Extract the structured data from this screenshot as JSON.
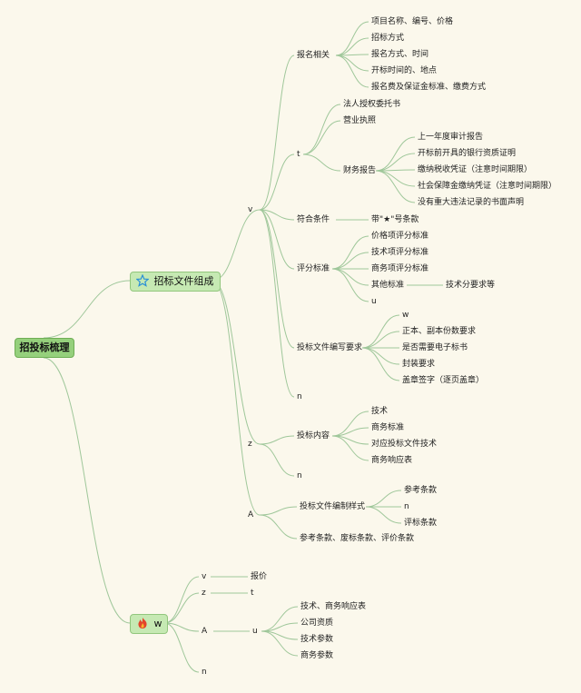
{
  "root": {
    "label": "招投标梳理"
  },
  "branch_a": {
    "label": "招标文件组成",
    "icon": "star-icon",
    "sub_v": {
      "label": "v",
      "registration": {
        "label": "报名相关",
        "items": [
          "项目名称、编号、价格",
          "招标方式",
          "报名方式、时间",
          "开标时间的、地点",
          "报名费及保证金标准、缴费方式"
        ]
      },
      "t_group": {
        "label": "t",
        "items": [
          "法人授权委托书",
          "营业执照"
        ],
        "finance": {
          "label": "财务报告",
          "items": [
            "上一年度审计报告",
            "开标前开具的银行资质证明",
            "缴纳税收凭证（注意时间期限）",
            "社会保障金缴纳凭证（注意时间期限）",
            "没有重大违法记录的书面声明"
          ]
        }
      },
      "conditions": {
        "label": "符合条件",
        "child": "带\"★\"号条款"
      },
      "scoring": {
        "label": "评分标准",
        "items": [
          "价格项评分标准",
          "技术项评分标准",
          "商务项评分标准"
        ],
        "other": {
          "label": "其他标准",
          "child": "技术分要求等"
        },
        "u": "u"
      },
      "writing": {
        "label": "投标文件编写要求",
        "items": [
          "w",
          "正本、副本份数要求",
          "是否需要电子标书",
          "封装要求",
          "盖章签字（逐页盖章）"
        ]
      },
      "n": "n"
    },
    "sub_z": {
      "label": "z",
      "content": {
        "label": "投标内容",
        "items": [
          "技术",
          "商务标准",
          "对应投标文件技术",
          "商务响应表"
        ]
      },
      "n": "n"
    },
    "sub_A": {
      "label": "A",
      "format": {
        "label": "投标文件编制样式",
        "items": [
          "参考条款",
          "n",
          "评标条款"
        ]
      },
      "clauses": "参考条款、废标条款、评价条款"
    }
  },
  "branch_b": {
    "label": "w",
    "icon": "fire-icon",
    "v": {
      "label": "v",
      "child": "报价"
    },
    "z": {
      "label": "z",
      "child": "t"
    },
    "A": {
      "label": "A",
      "u": {
        "label": "u",
        "items": [
          "技术、商务响应表",
          "公司资质",
          "技术参数",
          "商务参数"
        ]
      }
    },
    "n": "n"
  },
  "colors": {
    "background": "#fbf8ec",
    "edge": "#9fc79a",
    "box_fill": "#c6e9b3",
    "root_fill": "#95d07c"
  }
}
